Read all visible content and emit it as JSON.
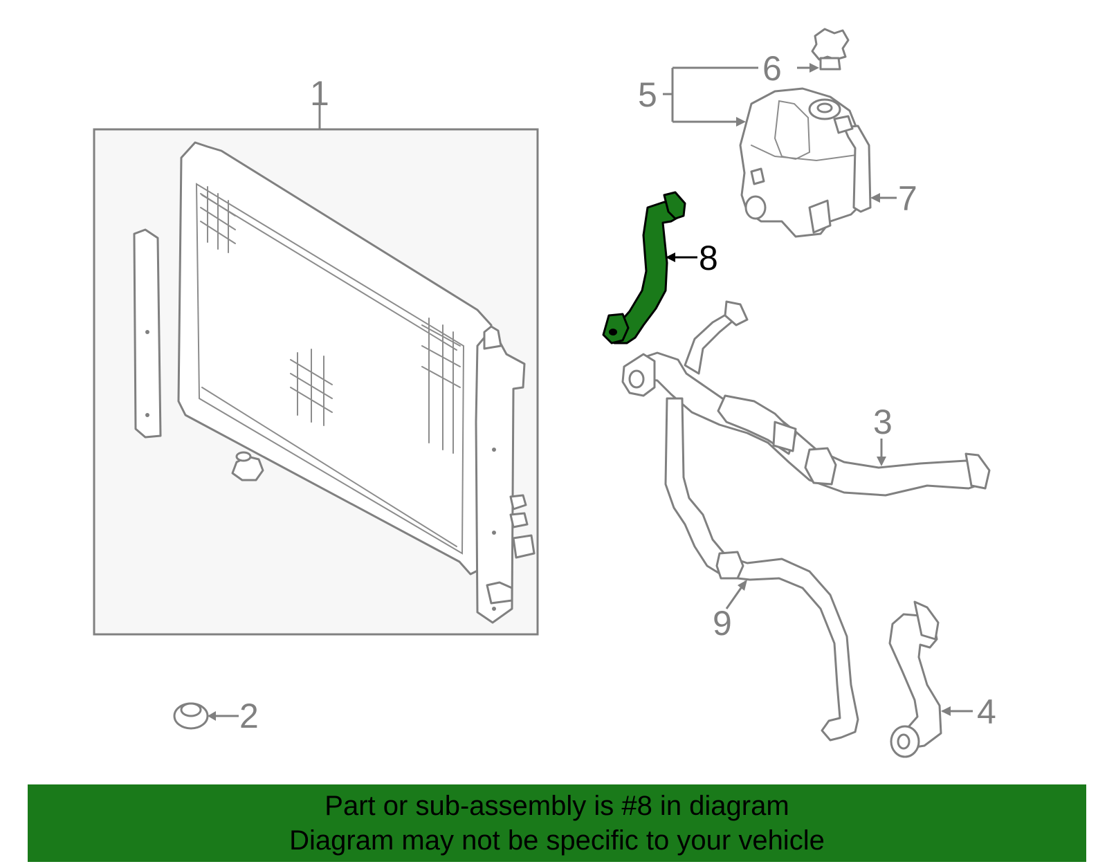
{
  "colors": {
    "highlight": "#1a7a1a",
    "line": "#808080",
    "panel": "#f7f7f7",
    "banner": "#1a7a1a"
  },
  "callouts": {
    "c1": "1",
    "c2": "2",
    "c3": "3",
    "c4": "4",
    "c5": "5",
    "c6": "6",
    "c7": "7",
    "c8": "8",
    "c9": "9"
  },
  "highlighted_part": "8",
  "banner": {
    "line1": "Part or sub-assembly is #8 in diagram",
    "line2": "Diagram may not be specific to your vehicle"
  }
}
